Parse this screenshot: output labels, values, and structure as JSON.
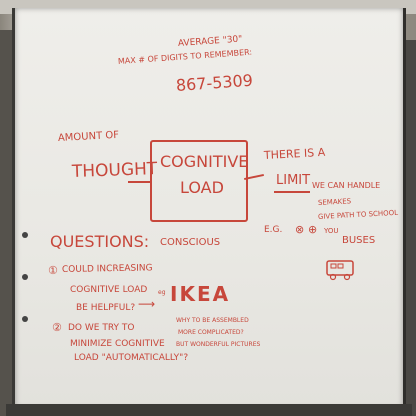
{
  "whiteboard": {
    "top_notes": {
      "line1": "AVERAGE \"30\"",
      "line2": "MAX # OF DIGITS TO REMEMBER:",
      "line3": "867-5309"
    },
    "left_notes": {
      "amount": "AMOUNT OF",
      "thought": "THOUGHT"
    },
    "center_box": {
      "line1": "COGNITIVE",
      "line2": "LOAD"
    },
    "right_notes": {
      "line1": "THERE IS A",
      "limit": "LIMIT",
      "line2": "WE CAN HANDLE",
      "eg": "E.G.",
      "line3": "SEMAKES",
      "line4": "GIVE PATH TO SCHOOL",
      "line5": "BUSES",
      "line5_prefix": "YOU"
    },
    "questions": {
      "heading": "QUESTIONS:",
      "conscious": "CONSCIOUS",
      "q1_line1": "COULD INCREASING",
      "q1_line2": "COGNITIVE LOAD",
      "q1_line3": "BE HELPFUL?",
      "q1_tag": "eg",
      "ikea": "IKEA",
      "ikea_note1": "WHY TO BE ASSEMBLED",
      "ikea_note2": "MORE COMPLICATED?",
      "ikea_note3": "BUT WONDERFUL PICTURES",
      "q2_line1": "DO WE TRY TO",
      "q2_line2": "MINIMIZE COGNITIVE",
      "q2_line3": "LOAD \"AUTOMATICALLY\"?"
    },
    "colors": {
      "ink": "#c7473b",
      "board": "#ecebe6"
    }
  }
}
